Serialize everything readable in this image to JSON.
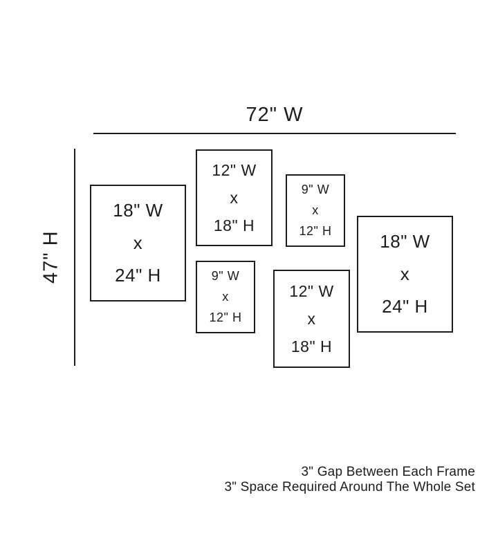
{
  "diagram": {
    "width_label": "72\" W",
    "height_label": "47\" H",
    "frames": [
      {
        "width_label": "18\" W",
        "separator": "x",
        "height_label": "24\" H"
      },
      {
        "width_label": "12\" W",
        "separator": "x",
        "height_label": "18\" H"
      },
      {
        "width_label": "9\" W",
        "separator": "x",
        "height_label": "12\" H"
      },
      {
        "width_label": "9\" W",
        "separator": "x",
        "height_label": "12\" H"
      },
      {
        "width_label": "12\" W",
        "separator": "x",
        "height_label": "18\" H"
      },
      {
        "width_label": "18\" W",
        "separator": "x",
        "height_label": "24\" H"
      }
    ],
    "notes": [
      "3\" Gap Between Each Frame",
      "3\" Space Required Around The Whole Set"
    ]
  }
}
